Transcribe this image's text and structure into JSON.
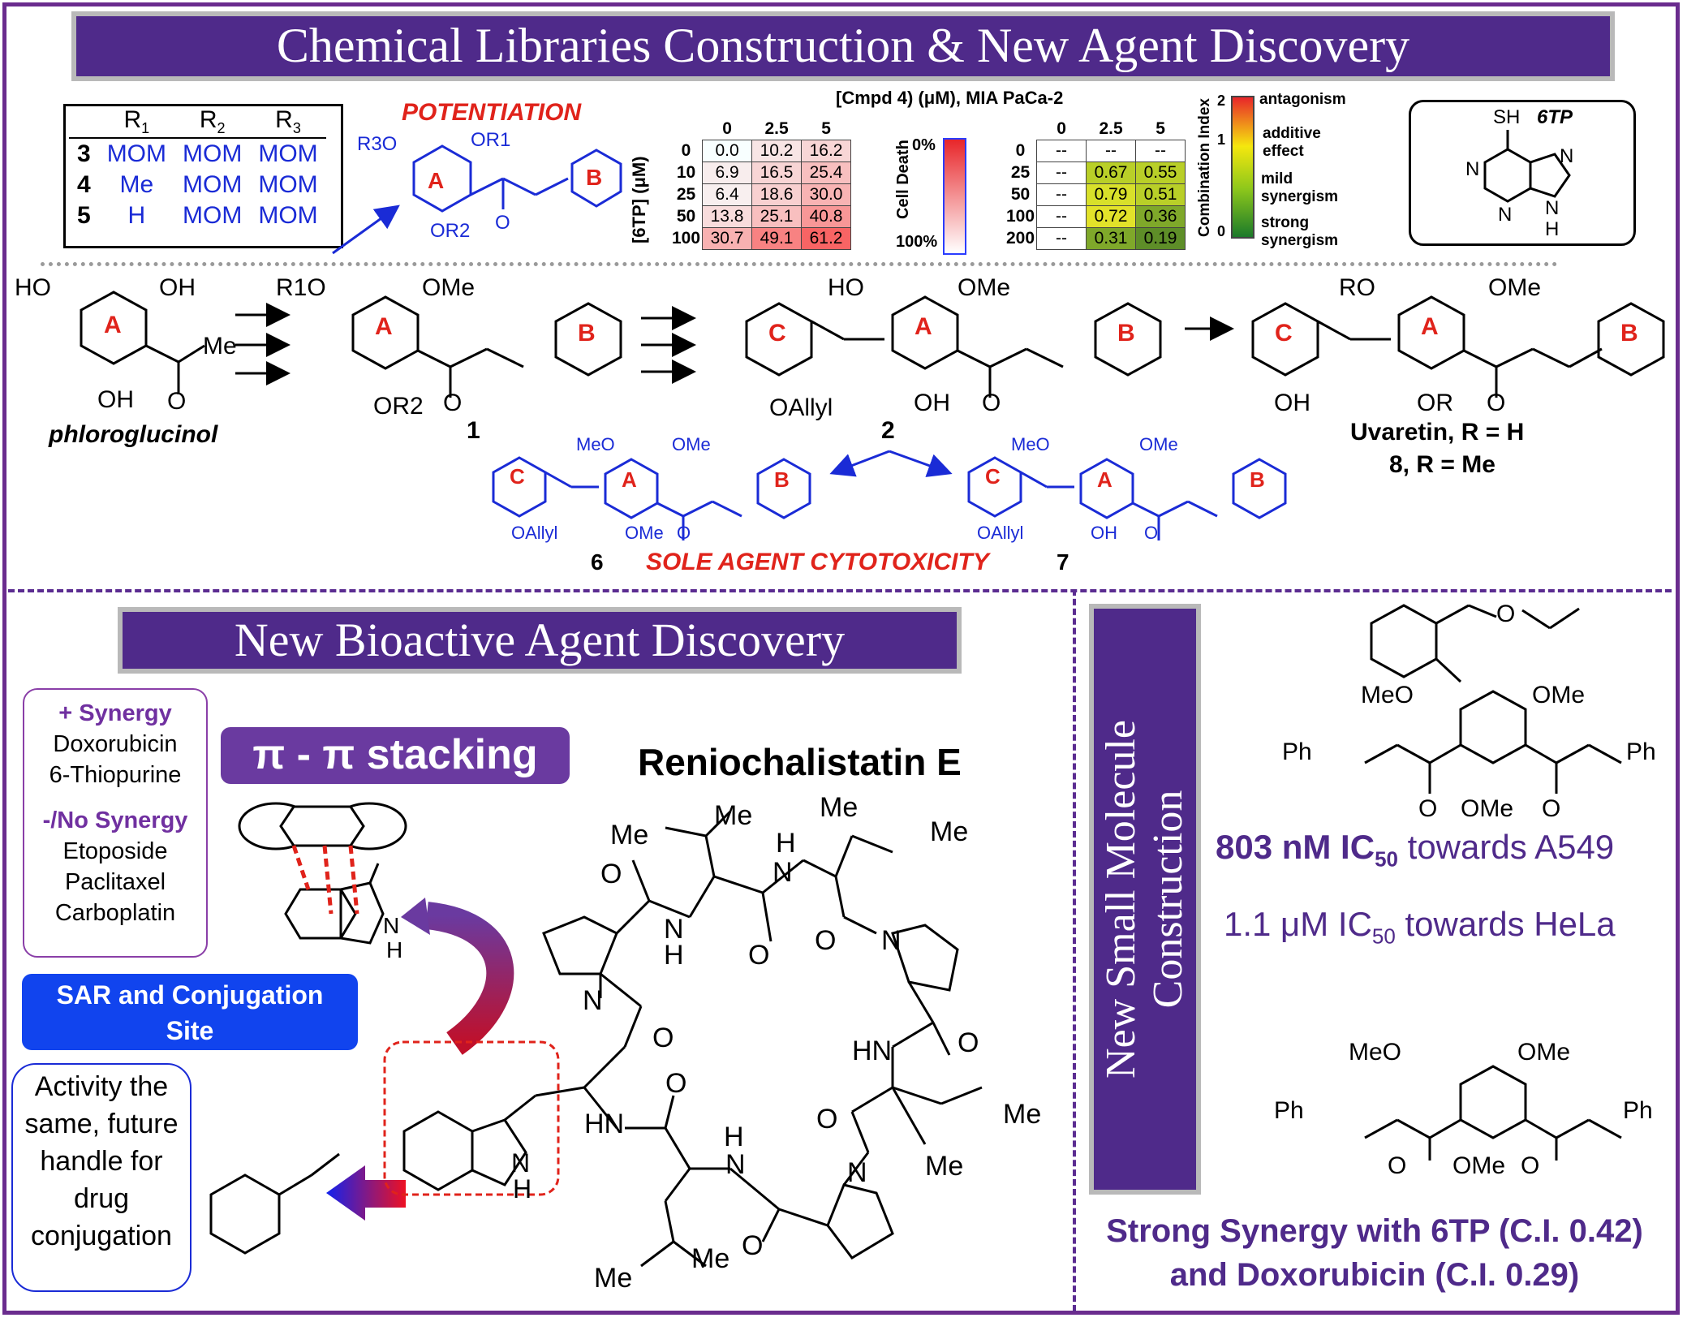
{
  "title": "Chemical Libraries Construction & New Agent Discovery",
  "r_table": {
    "headers": [
      "",
      "R1",
      "R2",
      "R3"
    ],
    "rows": [
      {
        "id": "3",
        "r1": "MOM",
        "r2": "MOM",
        "r3": "MOM"
      },
      {
        "id": "4",
        "r1": "Me",
        "r2": "MOM",
        "r3": "MOM"
      },
      {
        "id": "5",
        "r1": "H",
        "r2": "MOM",
        "r3": "MOM"
      }
    ]
  },
  "potentiation_label": "POTENTIATION",
  "heatmap": {
    "title": "[Cmpd 4) (μM), MIA PaCa-2",
    "col_headers": [
      "0",
      "2.5",
      "5"
    ],
    "row_axis_label": "[6TP] (μM)",
    "row_headers": [
      "0",
      "10",
      "25",
      "50",
      "100"
    ],
    "values": [
      [
        "0.0",
        "10.2",
        "16.2"
      ],
      [
        "6.9",
        "16.5",
        "25.4"
      ],
      [
        "6.4",
        "18.6",
        "30.0"
      ],
      [
        "13.8",
        "25.1",
        "40.8"
      ],
      [
        "30.7",
        "49.1",
        "61.2"
      ]
    ],
    "scale_label": "Cell Death",
    "scale_top": "0%",
    "scale_bottom": "100%"
  },
  "ci_table": {
    "col_headers": [
      "0",
      "2.5",
      "5"
    ],
    "row_headers": [
      "0",
      "25",
      "50",
      "100",
      "200"
    ],
    "values": [
      [
        "--",
        "--",
        "--"
      ],
      [
        "--",
        "0.67",
        "0.55"
      ],
      [
        "--",
        "0.79",
        "0.51"
      ],
      [
        "--",
        "0.72",
        "0.36"
      ],
      [
        "--",
        "0.31",
        "0.19"
      ]
    ],
    "scale_label": "Combination Index",
    "scale_ticks": [
      "2",
      "1",
      "0"
    ],
    "legend": [
      "antagonism",
      "additive effect",
      "mild synergism",
      "strong synergism"
    ]
  },
  "sixtp_box": {
    "name": "6TP",
    "sh": "SH",
    "n1": "N",
    "n2": "N",
    "n3": "N",
    "nh": "N",
    "h": "H"
  },
  "scheme": {
    "phloroglucinol": {
      "ho1": "HO",
      "oh1": "OH",
      "oh2": "OH",
      "me": "Me",
      "o": "O",
      "ring": "A",
      "label": "phloroglucinol"
    },
    "cmpd1": {
      "r1o": "R1O",
      "ome": "OMe",
      "or2": "OR2",
      "o": "O",
      "ringA": "A",
      "ringB": "B",
      "label": "1"
    },
    "cmpd2": {
      "ho": "HO",
      "ome": "OMe",
      "oallyl": "OAllyl",
      "oh": "OH",
      "o": "O",
      "ringA": "A",
      "ringB": "B",
      "ringC": "C",
      "label": "2"
    },
    "uvaretin": {
      "ro": "RO",
      "ome": "OMe",
      "oh": "OH",
      "or": "OR",
      "o": "O",
      "ringA": "A",
      "ringB": "B",
      "ringC": "C",
      "label1": "Uvaretin, R = H",
      "label2": "8, R = Me"
    },
    "potentiation_struct": {
      "r3o": "R3O",
      "or1": "OR1",
      "or2": "OR2",
      "o": "O",
      "ringA": "A",
      "ringB": "B"
    },
    "cmpd6": {
      "meo": "MeO",
      "ome": "OMe",
      "ome2": "OMe",
      "oallyl": "OAllyl",
      "o": "O",
      "ringA": "A",
      "ringB": "B",
      "ringC": "C",
      "label": "6"
    },
    "cmpd7": {
      "meo": "MeO",
      "ome": "OMe",
      "oallyl": "OAllyl",
      "oh": "OH",
      "o": "O",
      "ringA": "A",
      "ringB": "B",
      "ringC": "C",
      "label": "7"
    },
    "sole_label": "SOLE AGENT CYTOTOXICITY"
  },
  "bioactive_title": "New Bioactive Agent Discovery",
  "synergy_box": {
    "plus_title": "+ Synergy",
    "plus_items": [
      "Doxorubicin",
      "6-Thiopurine"
    ],
    "minus_title": "-/No Synergy",
    "minus_items": [
      "Etoposide",
      "Paclitaxel",
      "Carboplatin"
    ]
  },
  "pi_label": "π - π stacking",
  "sar_label": "SAR and Conjugation Site",
  "activity_box": "Activity the same, future handle for drug conjugation",
  "reniochalistatin": {
    "title": "Reniochalistatin E",
    "labels": [
      "Me",
      "Me",
      "Me",
      "Me",
      "H",
      "N",
      "O",
      "N",
      "H",
      "O",
      "N",
      "O",
      "N",
      "O",
      "HN",
      "O",
      "HN",
      "O",
      "Me",
      "Me",
      "H",
      "N",
      "O",
      "N",
      "O",
      "Me",
      "Me",
      "N",
      "H"
    ]
  },
  "small_molecule_title": "New Small Molecule Construction",
  "right_struct1": {
    "meo": "MeO",
    "ome": "OMe",
    "ome2": "OMe",
    "ph1": "Ph",
    "ph2": "Ph",
    "o1": "O",
    "o2": "O",
    "o3": "O"
  },
  "ic50_line1": {
    "value": "803 nM IC",
    "sub": "50",
    "tail": " towards A549"
  },
  "ic50_line2": {
    "value": "1.1 μM IC",
    "sub": "50",
    "tail": " towards HeLa"
  },
  "right_struct2": {
    "meo": "MeO",
    "ome": "OMe",
    "ome2": "OMe",
    "ph1": "Ph",
    "ph2": "Ph",
    "o1": "O",
    "o2": "O"
  },
  "synergy_summary": "Strong Synergy with 6TP (C.I. 0.42) and Doxorubicin (C.I. 0.29)",
  "colors": {
    "purple": "#4f2a8a",
    "blue": "#1a2bd6",
    "red": "#e0231b",
    "sar_blue": "#1144ee"
  }
}
